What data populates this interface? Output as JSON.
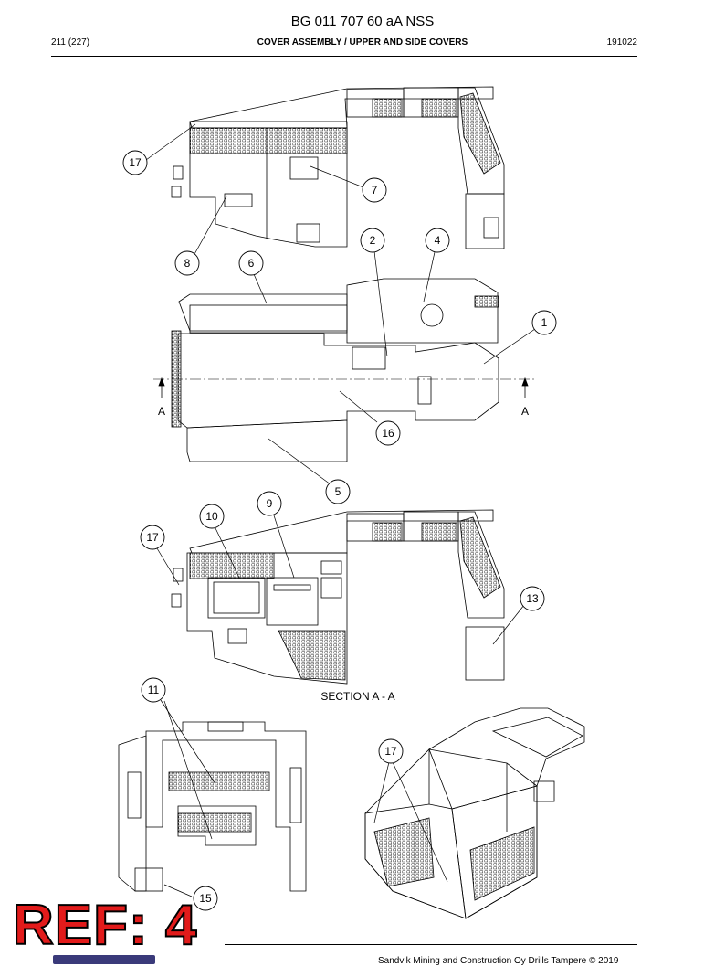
{
  "document": {
    "title": "BG 011 707 60 aA NSS",
    "page": "211 (227)",
    "heading": "COVER ASSEMBLY / UPPER AND SIDE COVERS",
    "code": "191022",
    "footer": "Sandvik Mining and Construction Oy Drills Tampere © 2019",
    "stamp": "REF: 4"
  },
  "drawing": {
    "section_label": "SECTION A - A",
    "section_marks": [
      "A",
      "A"
    ],
    "callouts": [
      "17",
      "7",
      "8",
      "6",
      "2",
      "4",
      "1",
      "16",
      "5",
      "10",
      "9",
      "17",
      "13",
      "11",
      "17",
      "15"
    ]
  }
}
